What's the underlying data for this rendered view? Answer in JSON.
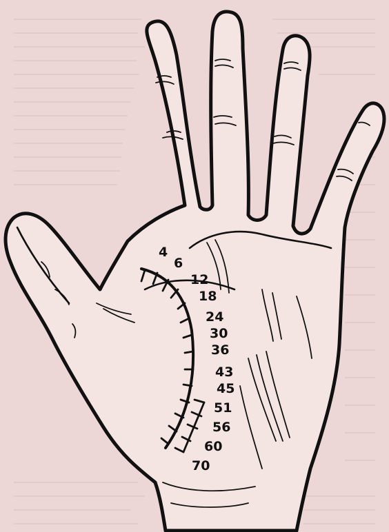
{
  "diagram": {
    "age_labels": [
      "4",
      "6",
      "12",
      "18",
      "24",
      "30",
      "36",
      "43",
      "45",
      "51",
      "56",
      "60",
      "70"
    ],
    "colors": {
      "paper": "#ecd6d6",
      "ink": "#111111",
      "palm": "#f4e4e2"
    }
  }
}
